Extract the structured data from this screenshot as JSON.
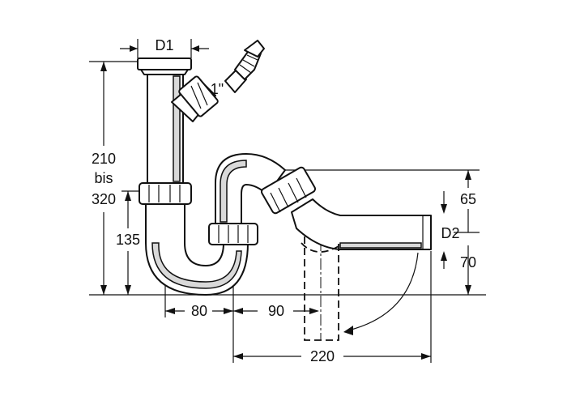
{
  "drawing": {
    "labels": {
      "d1": "D1",
      "d2": "D2",
      "inch": "1\"",
      "h_210": "210",
      "h_bis": "bis",
      "h_320": "320",
      "h_135": "135",
      "h_65": "65",
      "h_70": "70",
      "w_80": "80",
      "w_90": "90",
      "w_220": "220"
    }
  }
}
